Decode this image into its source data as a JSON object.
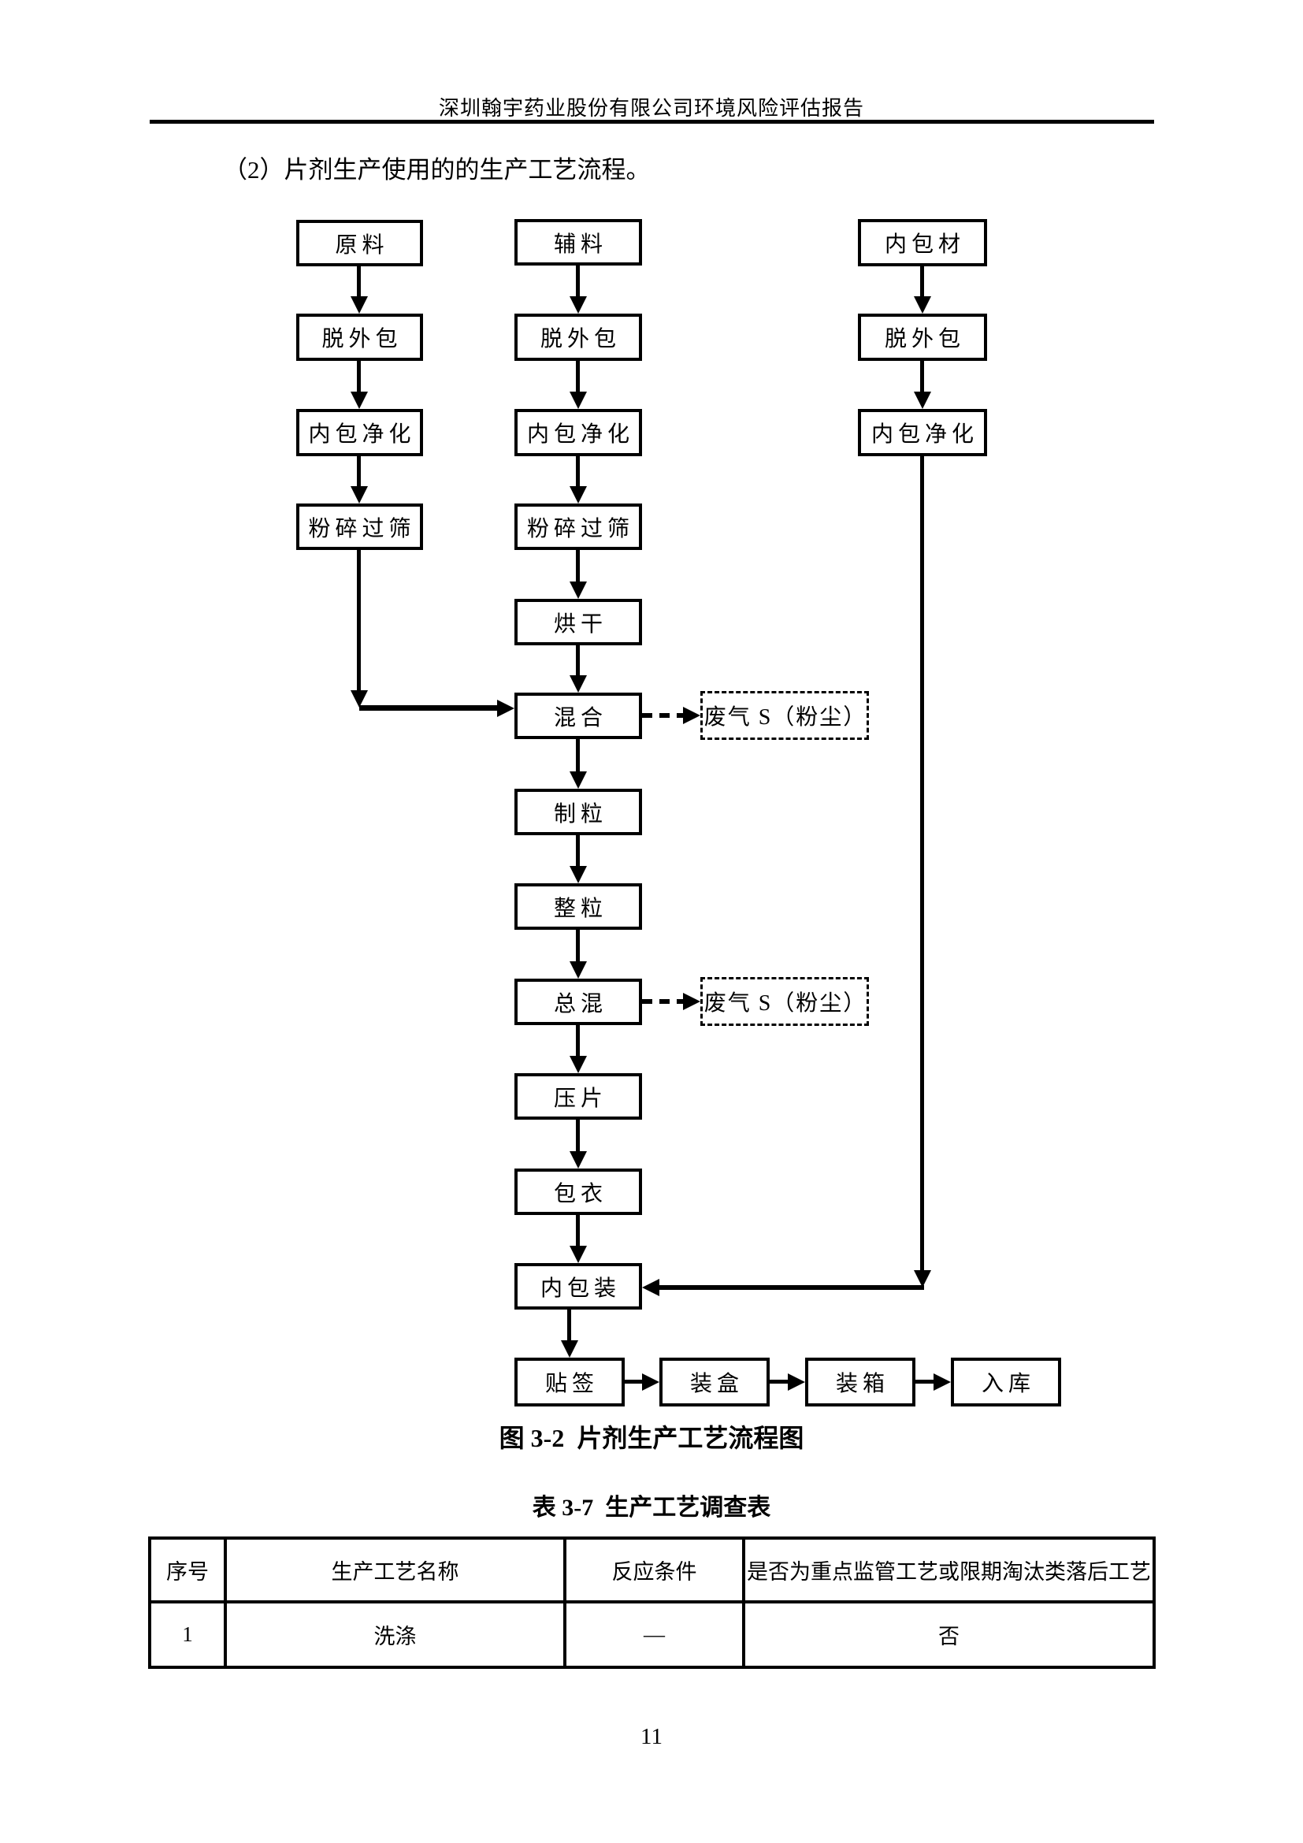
{
  "page": {
    "header_text": "深圳翰宇药业股份有限公司环境风险评估报告",
    "section_title": "（2）片剂生产使用的的生产工艺流程。",
    "figure_caption": "图 3-2  片剂生产工艺流程图",
    "table_title": "表 3-7  生产工艺调查表",
    "page_number": "11"
  },
  "flowchart": {
    "raw_column": {
      "raw_material": "原料",
      "remove_outer_pack": "脱外包",
      "inner_pack_purify": "内包净化",
      "crush_sieve": "粉碎过筛"
    },
    "aux_column": {
      "auxiliary_material": "辅料",
      "remove_outer_pack": "脱外包",
      "inner_pack_purify": "内包净化",
      "crush_sieve": "粉碎过筛",
      "drying": "烘干",
      "mixing": "混合",
      "granulation": "制粒",
      "granule_sizing": "整粒",
      "final_mixing": "总混",
      "tablet_pressing": "压片",
      "coating": "包衣",
      "inner_packaging": "内包装"
    },
    "pack_column": {
      "inner_pack_material": "内包材",
      "remove_outer_pack": "脱外包",
      "inner_pack_purify": "内包净化"
    },
    "bottom_row": {
      "labeling": "贴签",
      "boxing": "装盒",
      "casing": "装箱",
      "warehousing": "入库"
    },
    "waste_gas_1": "废气 S（粉尘）",
    "waste_gas_2": "废气 S（粉尘）"
  },
  "table": {
    "headers": [
      "序号",
      "生产工艺名称",
      "反应条件",
      "是否为重点监管工艺或限期淘汰类落后工艺"
    ],
    "rows": [
      [
        "1",
        "洗涤",
        "—",
        "否"
      ]
    ]
  }
}
